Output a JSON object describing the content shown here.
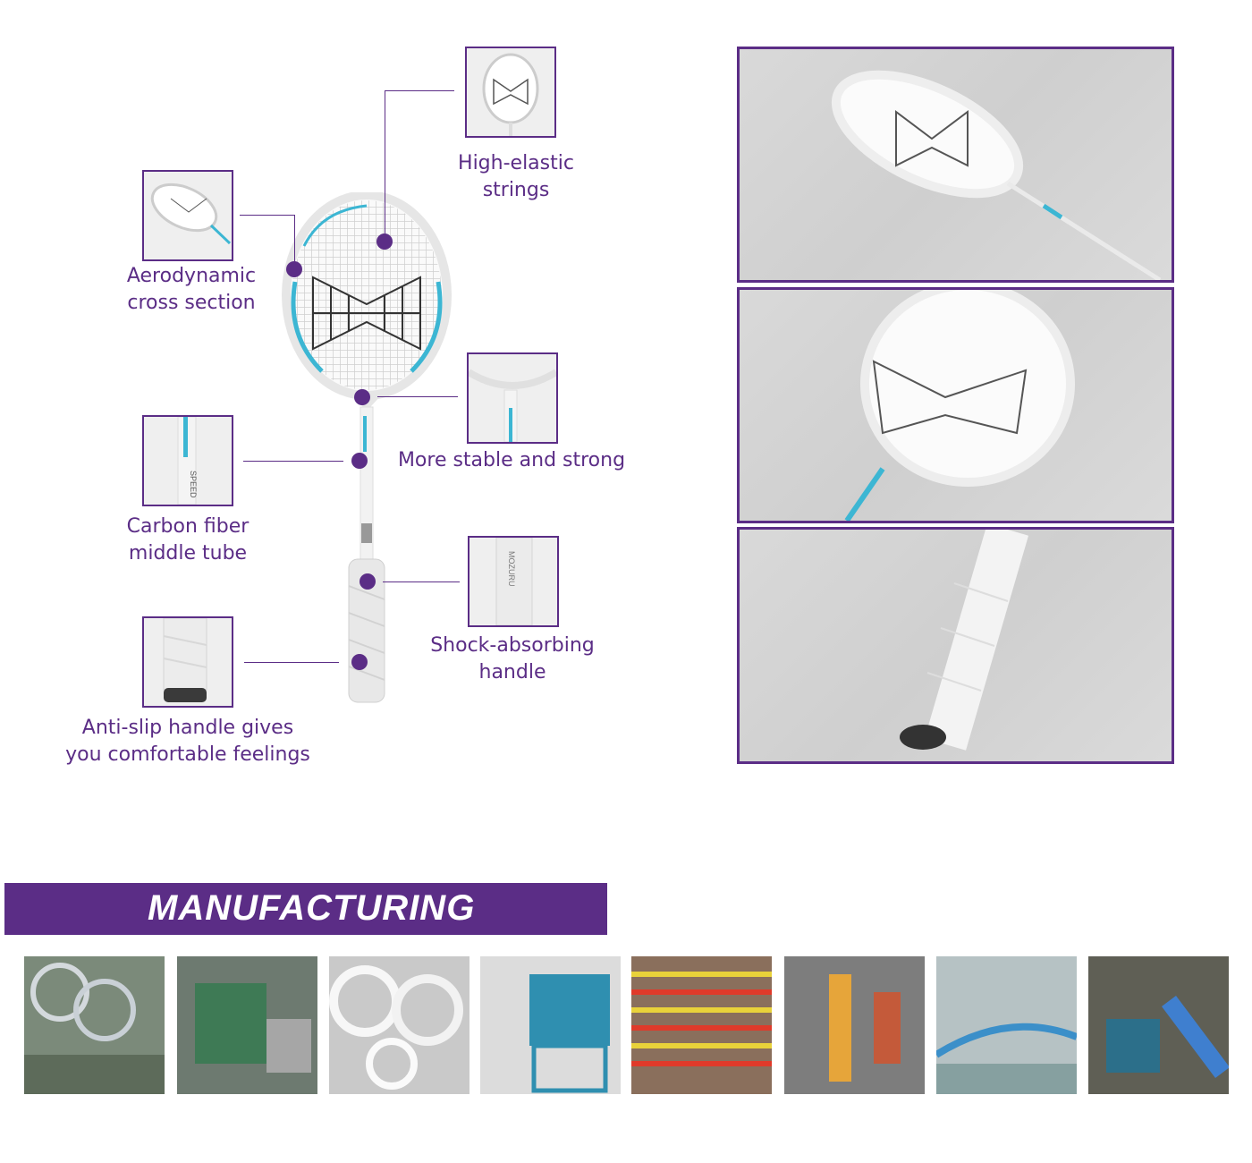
{
  "features": {
    "high_elastic": "High-elastic\nstrings",
    "aerodynamic": "Aerodynamic\ncross section",
    "stable": "More stable and strong",
    "carbon": "Carbon fiber\nmiddle tube",
    "shock": "Shock-absorbing\nhandle",
    "antislip": "Anti-slip handle gives\nyou comfortable feelings"
  },
  "brand": {
    "logo_text": "MOZURU",
    "shaft_text": "SPEED"
  },
  "manufacturing": {
    "title": "MANUFACTURING"
  },
  "colors": {
    "accent": "#5b2d86",
    "racket_blue": "#3cb6d3"
  }
}
